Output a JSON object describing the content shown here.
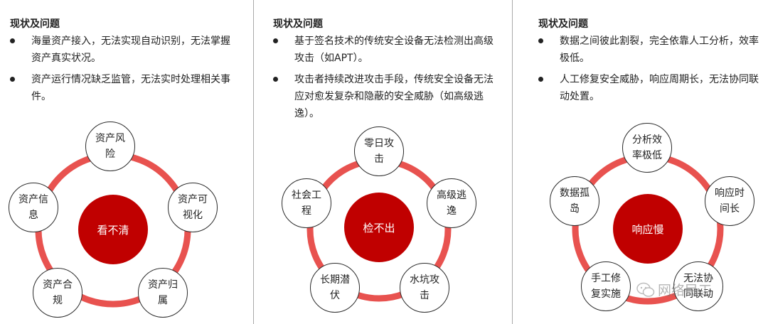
{
  "panels": [
    {
      "heading": "现状及问题",
      "bullets": [
        "海量资产接入，无法实现自动识别，无法掌握资产真实状况。",
        "资产运行情况缺乏监管，无法实时处理相关事件。"
      ],
      "core": "看不清",
      "nodes": [
        "资产风险",
        "资产可视化",
        "资产归属",
        "资产合规",
        "资产信息"
      ]
    },
    {
      "heading": "现状及问题",
      "bullets": [
        "基于签名技术的传统安全设备无法检测出高级攻击（如APT）。",
        "攻击者持续改进攻击手段，传统安全设备无法应对愈发复杂和隐蔽的安全威胁（如高级逃逸）。"
      ],
      "core": "检不出",
      "nodes": [
        "零日攻击",
        "高级逃逸",
        "水坑攻击",
        "长期潜伏",
        "社会工程"
      ]
    },
    {
      "heading": "现状及问题",
      "bullets": [
        "数据之间彼此割裂，完全依靠人工分析，效率极低。",
        "人工修复安全威胁，响应周期长，无法协同联动处置。"
      ],
      "core": "响应慢",
      "nodes": [
        "分析效率极低",
        "响应时间长",
        "无法协同联动",
        "手工修复实施",
        "数据孤岛"
      ]
    }
  ],
  "watermark": "网络民工",
  "colors": {
    "ring": "#e8524f",
    "core": "#c00000"
  }
}
